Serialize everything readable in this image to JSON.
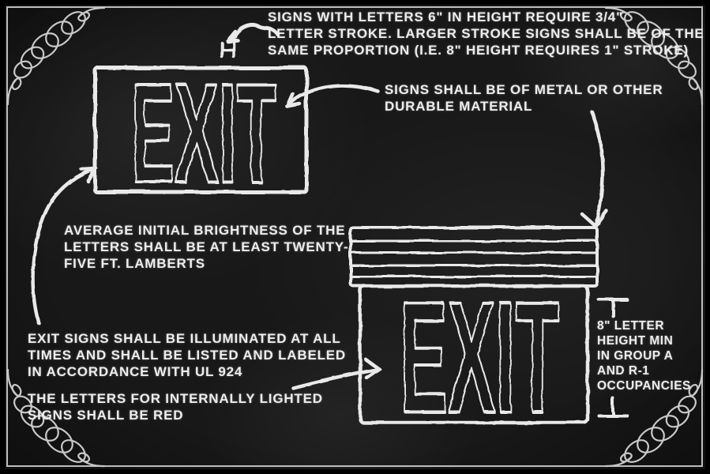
{
  "title": "Exit sign requirements chalkboard diagram",
  "colors": {
    "chalk": "#e9e9e9",
    "board": "#181818",
    "frame_silver": "#c6c6c6"
  },
  "signs": {
    "sign1": {
      "label": "EXIT"
    },
    "sign2": {
      "label": "EXIT"
    }
  },
  "annotations": {
    "stroke": {
      "lines": [
        "SIGNS WITH LETTERS 6\" IN HEIGHT REQUIRE 3/4\"",
        "LETTER STROKE. LARGER STROKE SIGNS SHALL BE OF THE",
        "SAME PROPORTION (I.E. 8\" HEIGHT REQUIRES 1\" STROKE)"
      ]
    },
    "material": {
      "lines": [
        "SIGNS SHALL BE OF METAL OR OTHER",
        "DURABLE MATERIAL"
      ]
    },
    "brightness": {
      "lines": [
        "AVERAGE INITIAL BRIGHTNESS OF THE",
        "LETTERS SHALL BE AT LEAST TWENTY-",
        "FIVE FT. LAMBERTS"
      ]
    },
    "illumination": {
      "lines": [
        "EXIT SIGNS SHALL BE ILLUMINATED AT ALL",
        "TIMES AND SHALL BE LISTED AND LABELED",
        "IN ACCORDANCE WITH UL 924"
      ]
    },
    "red_letters": {
      "lines": [
        "THE LETTERS FOR INTERNALLY LIGHTED",
        "SIGNS SHALL BE RED"
      ]
    },
    "letter_height": {
      "lines": [
        "8\" LETTER",
        "HEIGHT MIN",
        "IN GROUP A",
        "AND R-1",
        "OCCUPANCIES"
      ]
    }
  }
}
